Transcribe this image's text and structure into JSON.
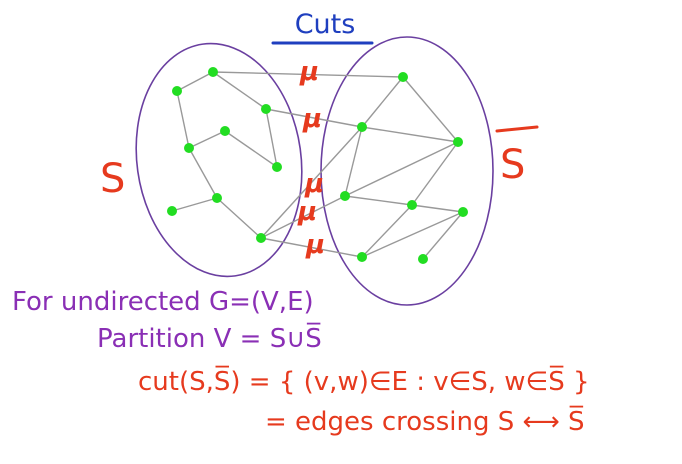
{
  "title": "Cuts",
  "labels": {
    "left_set": "S",
    "right_set": "S",
    "cut_marks": [
      "μ",
      "μ",
      "μ",
      "μ",
      "μ"
    ]
  },
  "text": {
    "line1": "For undirected  G=(V,E)",
    "line2": "Partition   V = S∪S̅",
    "line3": "cut(S,S̅) = { (v,w)∈E : v∈S, w∈S̅ }",
    "line4": "= edges crossing  S ⟷ S̅"
  },
  "colors": {
    "title": "#1f3fbf",
    "ellipse": "#6a3fa0",
    "edge": "#999999",
    "node": "#22dd22",
    "cut_mark": "#e63a1e",
    "set_label": "#e63a1e",
    "purple_text": "#8a2fb5",
    "red_text": "#e63a1e"
  }
}
